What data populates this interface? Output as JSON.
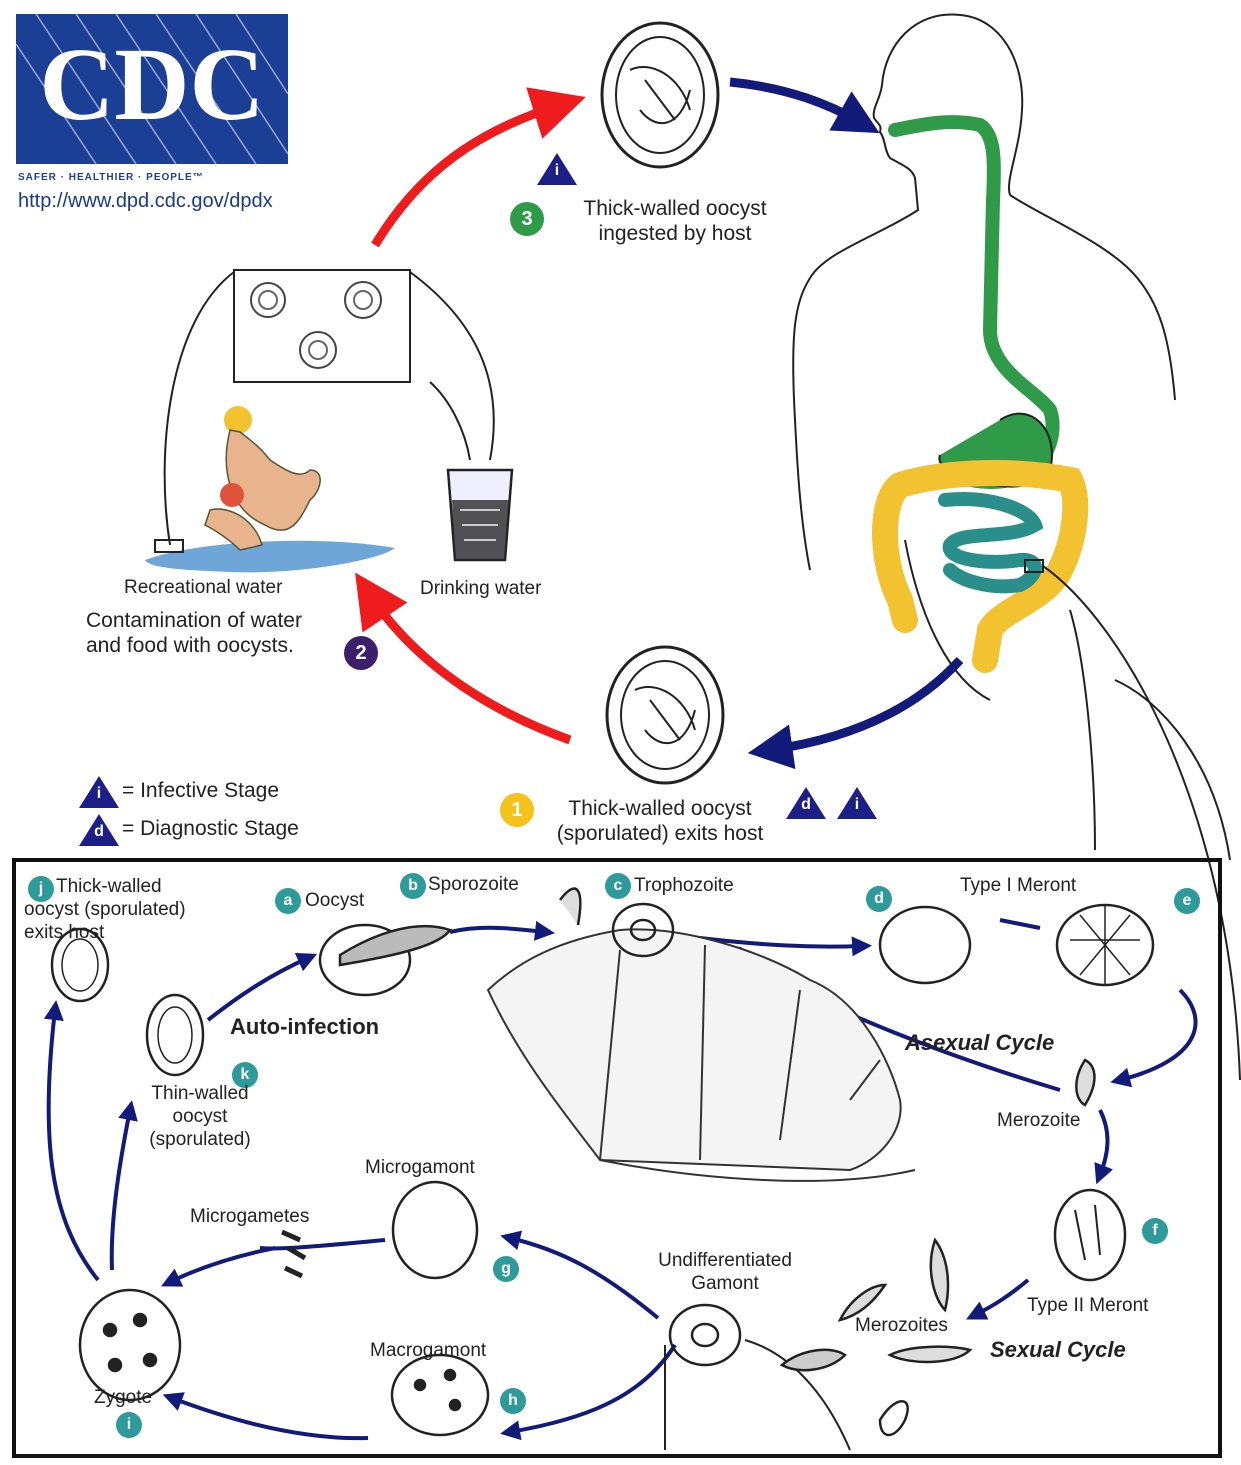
{
  "logo": {
    "text": "CDC",
    "tagline": "SAFER · HEALTHIER · PEOPLE™",
    "url": "http://www.dpd.cdc.gov/dpdx"
  },
  "colors": {
    "red_arrow": "#ee1c1c",
    "blue_arrow": "#121a7a",
    "green_stage": "#2f9a48",
    "yellow_stage": "#f5c21b",
    "purple_stage": "#3b1f6b",
    "teal_badge": "#2e9a9a",
    "triangle_fill": "#1b1f86",
    "gut_green": "#2f9a48",
    "gut_yellow": "#f2c230",
    "gut_teal": "#2a8f8a"
  },
  "stages": {
    "s1": {
      "num": "1",
      "text": "Thick-walled oocyst\n(sporulated) exits host"
    },
    "s2": {
      "num": "2",
      "text": "Contamination of water\nand food with oocysts."
    },
    "s3": {
      "num": "3",
      "text": "Thick-walled oocyst\ningested by host"
    }
  },
  "water": {
    "recreational": "Recreational water",
    "drinking": "Drinking water"
  },
  "legend": {
    "infective_letter": "i",
    "infective_text": "= Infective Stage",
    "diagnostic_letter": "d",
    "diagnostic_text": "= Diagnostic Stage"
  },
  "cycle": {
    "a": {
      "letter": "a",
      "text": "Oocyst"
    },
    "b": {
      "letter": "b",
      "text": "Sporozoite"
    },
    "c": {
      "letter": "c",
      "text": "Trophozoite"
    },
    "d": {
      "letter": "d"
    },
    "e": {
      "letter": "e"
    },
    "type1": "Type I Meront",
    "f": {
      "letter": "f"
    },
    "type2": "Type II Meront",
    "g": {
      "letter": "g"
    },
    "h": {
      "letter": "h"
    },
    "i": {
      "letter": "i"
    },
    "j": {
      "letter": "j",
      "text": "Thick-walled\noocyst (sporulated)\n        exits host"
    },
    "k": {
      "letter": "k"
    },
    "thin_walled": "Thin-walled\noocyst\n(sporulated)",
    "auto_infection": "Auto-infection",
    "asexual": "Asexual Cycle",
    "sexual": "Sexual Cycle",
    "merozoite": "Merozoite",
    "merozoites": "Merozoites",
    "microgamont": "Microgamont",
    "microgametes": "Microgametes",
    "macrogamont": "Macrogamont",
    "undiff": "Undifferentiated\nGamont",
    "zygote": "Zygote"
  }
}
